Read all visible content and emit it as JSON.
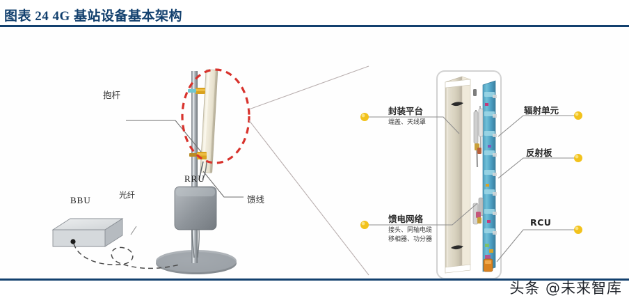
{
  "figure": {
    "number_label": "图表  24",
    "title": "4G 基站设备基本架构",
    "full_title": "图表  24    4G 基站设备基本架构",
    "rule_color": "#12406e"
  },
  "left_diagram": {
    "name": "4G base station site illustration",
    "labels": [
      {
        "id": "baogan",
        "text": "抱杆",
        "meaning": "mounting-pole"
      },
      {
        "id": "kuixian",
        "text": "馈线",
        "meaning": "feeder-line"
      },
      {
        "id": "guangxian",
        "text": "光纤",
        "meaning": "optical-fiber"
      }
    ],
    "units": [
      {
        "id": "bbu",
        "text": "BBU"
      },
      {
        "id": "rru",
        "text": "RRU"
      }
    ],
    "highlight": {
      "shape": "dashed-ellipse",
      "color": "#d8322c"
    }
  },
  "right_detail": {
    "name": "antenna exploded view",
    "callouts": [
      {
        "id": "fengzhuang",
        "side": "left",
        "text": "封装平台",
        "sub": "端盖、天线罩"
      },
      {
        "id": "kuidian",
        "side": "left",
        "text": "馈电网络",
        "sub_line1": "接头、同轴电缆",
        "sub_line2": "移相器、功分器"
      },
      {
        "id": "fushe",
        "side": "right",
        "text": "辐射单元",
        "sub": ""
      },
      {
        "id": "fanshe",
        "side": "right",
        "text": "反射板",
        "sub": ""
      },
      {
        "id": "rcu",
        "side": "right",
        "text": "RCU",
        "sub": ""
      }
    ],
    "dot_color": "#f2c21c",
    "leader_color": "#8d8d8d"
  },
  "watermark": {
    "text": "头条 @未来智库"
  }
}
